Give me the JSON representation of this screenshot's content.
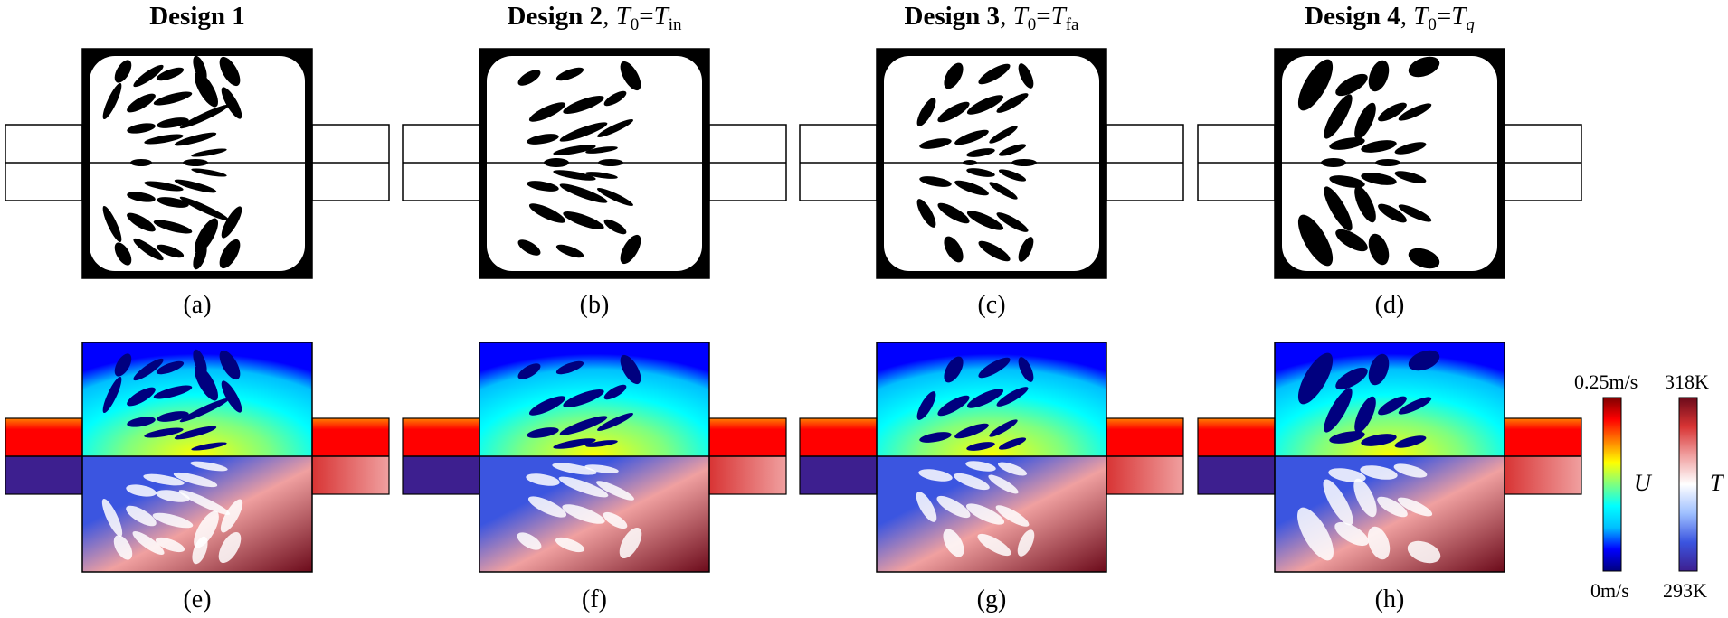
{
  "designs": [
    {
      "name": "Design 1",
      "sep": "",
      "t0": "",
      "eq": "",
      "t": "",
      "sub": "",
      "sub_italic": false,
      "caption_top": "(a)",
      "caption_bottom": "(e)"
    },
    {
      "name": "Design 2",
      "sep": ", ",
      "t0": "T",
      "eq": "=",
      "t": "T",
      "sub": "in",
      "sub_italic": false,
      "caption_top": "(b)",
      "caption_bottom": "(f)"
    },
    {
      "name": "Design 3",
      "sep": ", ",
      "t0": "T",
      "eq": "=",
      "t": "T",
      "sub": "fa",
      "sub_italic": false,
      "caption_top": "(c)",
      "caption_bottom": "(g)"
    },
    {
      "name": "Design 4",
      "sep": ", ",
      "t0": "T",
      "eq": "=",
      "t": "T",
      "sub": "q",
      "sub_italic": true,
      "caption_top": "(d)",
      "caption_bottom": "(h)"
    }
  ],
  "t0_sub": "0",
  "colorbars": {
    "velocity": {
      "max_label": "0.25m/s",
      "min_label": "0m/s",
      "symbol": "U",
      "colors": [
        "#00007f",
        "#0000ff",
        "#00bfff",
        "#00ffff",
        "#7fff7f",
        "#ffff00",
        "#ff7f00",
        "#ff0000",
        "#7f0000"
      ]
    },
    "temperature": {
      "max_label": "318K",
      "min_label": "293K",
      "symbol": "T",
      "colors": [
        "#3d1f8f",
        "#3b55e0",
        "#9fc0ff",
        "#ffffff",
        "#f0a0a0",
        "#d83434",
        "#6b0a1a"
      ]
    }
  },
  "colors": {
    "solid": "#000000",
    "fluid": "#ffffff",
    "outline": "#000000"
  }
}
